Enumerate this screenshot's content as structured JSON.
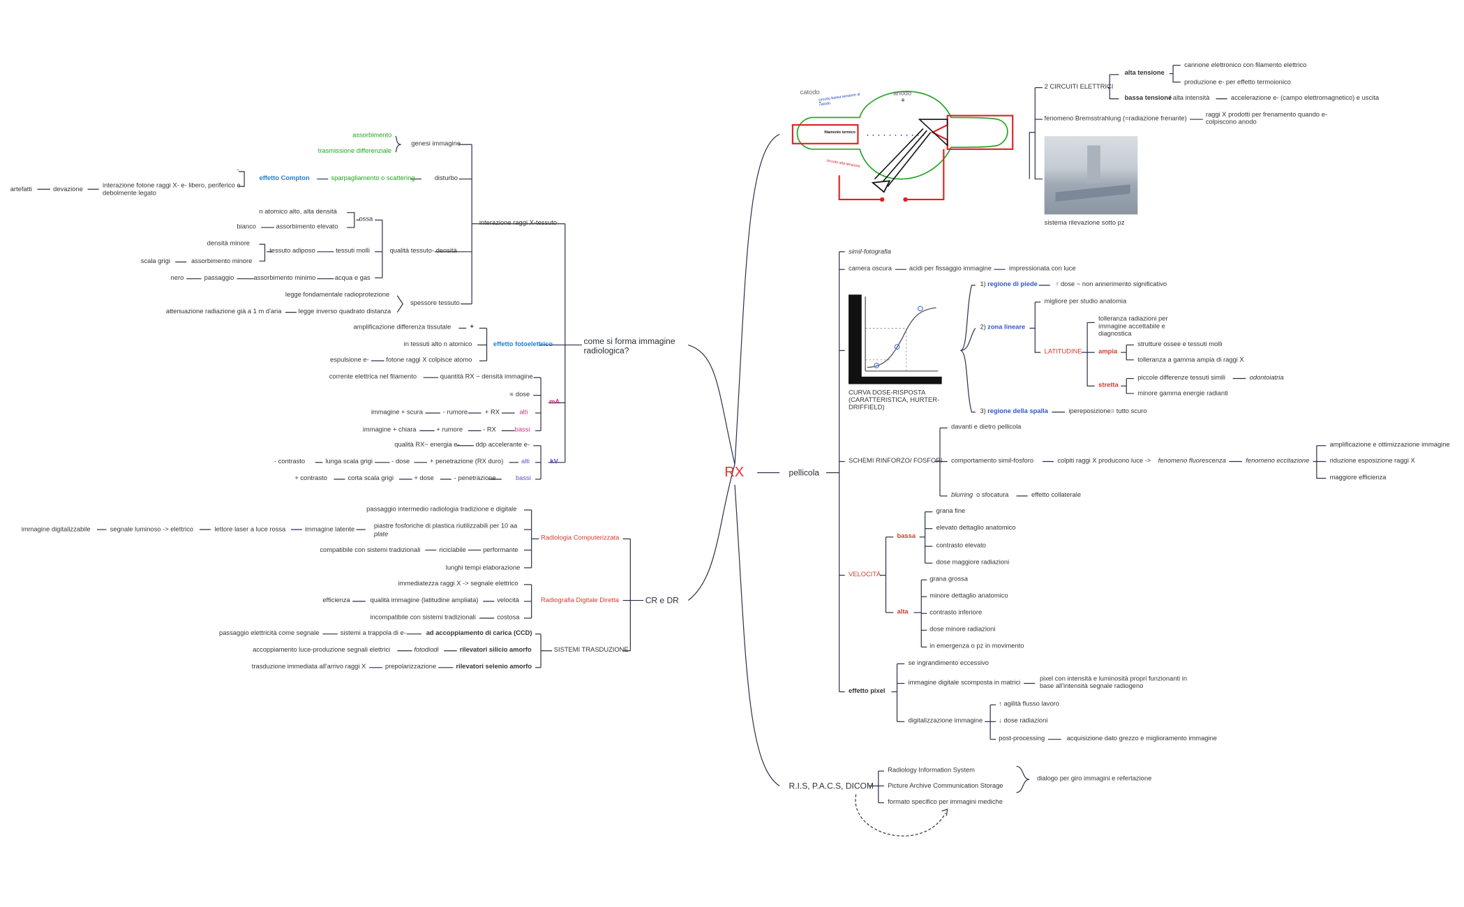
{
  "root": "RX",
  "branches": {
    "immagine": "come si forma immagine radiologica?",
    "crdr": "CR e DR",
    "pellicola": "pellicola",
    "ris": "R.I.S, P.A.C.S, DICOM"
  },
  "interazione": {
    "label": "interazione raggi X-tessuto",
    "genesi": {
      "label": "genesi immagine",
      "assorbimento": "assorbimento",
      "trasmissione": "trasmissione differenziale"
    },
    "disturbo": {
      "label": "disturbo",
      "sparpagliamento": "sparpagliamento o scattering",
      "compton": "effetto Compton",
      "minus": "-",
      "interazione_fotone": "interazione fotone raggi X- e- libero, periferico e debolmente legato",
      "deviazione": "devazione",
      "artefatti": "artefatti"
    },
    "qualita": {
      "label": "qualità tessuto- densità",
      "ossa": "ossa",
      "ossa_a": "n atomico alto, alta densità",
      "ossa_b": "assorbimento elevato",
      "bianco": "bianco",
      "molli": "tessuti molli",
      "adiposo": "tessuto adiposo",
      "densita_minore": "densità minore",
      "ass_minore": "assorbimento minore",
      "scala_grigi": "scala grigi",
      "acqua": "acqua e gas",
      "ass_minimo": "assorbimento minimo",
      "passaggio": "passaggio",
      "nero": "nero"
    },
    "spessore": {
      "label": "spessore tessuto",
      "legge": "legge fondamentale radioprotezione",
      "inverso": "legge inverso quadrato distanza",
      "attenuazione": "attenuazione radiazione già a 1 m d'aria"
    }
  },
  "fotoelettrico": {
    "label": "effetto fotoelettrico",
    "plus": "+",
    "amplificazione": "amplificazione differenza tissutale",
    "alto_n": "in tessuti alto n atomico",
    "fotone": "fotone raggi X colpisce atomo",
    "espulsione": "espulsione e-"
  },
  "ma": {
    "label": "mA",
    "quantita": "quantità RX ~ densità immagine",
    "corrente": "corrente elettrica nel filamento",
    "dose": "∝ dose",
    "alti": "alti",
    "piu_rx": "+ RX",
    "meno_rumore": "- rumore",
    "imm_scura": "immagine + scura",
    "bassi": "bassi",
    "meno_rx": "- RX",
    "piu_rumore": "+ rumore",
    "imm_chiara": "immagine + chiara"
  },
  "kv": {
    "label": "kV",
    "ddp": "ddp accelerante e-",
    "qualita": "qualità RX~ energia e-",
    "alti": "alti",
    "penetrazione_piu": "+ penetrazione (RX duro)",
    "meno_dose": "- dose",
    "lunga": "lunga scala grigi",
    "meno_contrasto": "- contrasto",
    "bassi": "bassi",
    "penetrazione_meno": "- penetrazione",
    "piu_dose": "+ dose",
    "corta": "corta scala grigi",
    "piu_contrasto": "+ contrasto"
  },
  "cr": {
    "label": "Radiologia Computerizzata",
    "passaggio": "passaggio intermedio radiologia tradizione e digitale",
    "piastre": "piastre fosforiche di plastica riutilizzabili per 10 aa",
    "plate": "plate",
    "latente": "immagine latente",
    "laser": "lettore laser a luce rossa",
    "segnale": "segnale luminoso -> elettrico",
    "digitalizzabile": "immagine digitalizzabile",
    "riciclabile": "riciclabile",
    "compatibile": "compatibile con sistemi tradizionali",
    "performante": "performante",
    "lunghi": "lunghi tempi elaborazione"
  },
  "dr": {
    "label": "Radiografia Digitale Diretta",
    "immediatezza": "immediatezza raggi X -> segnale elettrico",
    "velocita": "velocità",
    "qualita": "qualità immagine (latitudine ampliata)",
    "efficienza": "efficienza",
    "costosa": "costosa",
    "incompatibile": "incompatibile con sistemi tradizionali"
  },
  "sistemi": {
    "label": "SISTEMI TRASDUZIONE",
    "ccd": "ad accoppiamento di carica (CCD)",
    "trappola": "sistemi a trappola di e-",
    "passaggio": "passaggio elettricità come segnale",
    "silicio": "rilevatori silicio amorfo",
    "fotodiodi": "fotodiodi",
    "accoppiamento": "accoppiamento luce-produzione segnali elettrici",
    "selenio": "rilevatori selenio amorfo",
    "prepolarizzazione": "prepolarizzazione",
    "trasduzione": "trasduzione immediata all'arrivo raggi X"
  },
  "tube": {
    "catodo": "catodo",
    "anodo": "anodo",
    "plus": "+",
    "minus": "-",
    "circuito_bt": "circuito bassa tensione al catodo",
    "filamento": "filamento \ntermico",
    "circuito_at": "circuito alta tensione"
  },
  "circuiti": {
    "label": "2 CIRCUITI ELETTRICI",
    "alta": "alta tensione",
    "cannone": "cannone elettronico con filamento elettrico",
    "produzione": "produzione e- per effetto termoionico",
    "bassa": "bassa tensione",
    "bassa_tail": "/ alta intensità",
    "accelerazione": "accelerazione e- (campo elettromagnetico) e uscita",
    "brems": "fenomeno Bremsstrahlung (=radiazione frenante)",
    "prodotti": "raggi X prodotti per frenamento quando e- colpiscono anodo",
    "foto": "sistema rilevazione sotto pz"
  },
  "pel": {
    "simil": "simil-fotografia",
    "camera": "camera oscura",
    "acidi": "acidi per fissaggio immagine",
    "impressionata": "impressionata con luce",
    "curva": "CURVA DOSE-RISPOSTA (CARATTERISTICA, HURTER-DRIFFIELD)",
    "piede": "regione di piede",
    "piede_n": "1)",
    "piede_desc": "↑ dose ~ non annerimento significativo",
    "lineare": "zona lineare",
    "lineare_n": "2)",
    "migliore": "migliore per studio anatomia",
    "latitudine": "LATITUDINE",
    "ampia": "ampia",
    "tolleranza": "tolleranza radiazioni per immagine accettabile e diagnostica",
    "strutture": "strutture ossee e tessuti molli",
    "tol_gamma": "tolleranza a gamma ampia di raggi X",
    "stretta": "stretta",
    "piccole": "piccole differenze tessuti simili",
    "odonto": "odontoiatria",
    "minore_gamma": "minore gamma energie radianti",
    "spalla": "regione della spalla",
    "spalla_n": "3)",
    "spalla_desc": "ipereposizione= tutto scuro",
    "schemi": "SCHEMI RINFORZO/ FOSFORI",
    "davanti": "davanti e dietro pellicola",
    "comportamento": "comportamento simil-fosforo",
    "colpiti": "colpiti raggi X producono luce ->",
    "fluorescenza": "fenomeno fluorescenza",
    "eccitazione": "fenomeno eccitazione",
    "amplificazione": "amplificazione e ottimizzazione immagine",
    "riduzione": "riduzione esposizione raggi X",
    "efficienza": "maggiore efficienza",
    "blurring": "blurring",
    "sfocatura": "o sfocatura",
    "collaterale": "effetto collaterale",
    "velocita": "VELOCITÀ",
    "bassa": "bassa",
    "b1": "grana fine",
    "b2": "elevato dettaglio anatomico",
    "b3": "contrasto elevato",
    "b4": "dose maggiore radiazioni",
    "alta": "alta",
    "a1": "grana grossa",
    "a2": "minore dettaglio anatomico",
    "a3": "contrasto inferiore",
    "a4": "dose minore radiazioni",
    "a5": "in emergenza o pz in movimento",
    "pixel": "effetto pixel",
    "ingrandimento": "se ingrandimento eccessivo",
    "scomposta": "immagine digitale scomposta in matrici",
    "pixel_desc": "pixel con intensità e luminosità propri funzionanti in base all'intensità segnale radiogeno",
    "digitalizzazione": "digitalizzazione immagine",
    "agilita": "↑ agilità flusso lavoro",
    "dose": "↓ dose radiazioni",
    "post": "post-processing",
    "acquisizione": "acquisizione dato grezzo e miglioramento immagine"
  },
  "ris": {
    "r1": "Radiology Information System",
    "r2": "Picture Archive Communication Storage",
    "r3": "formato specifico per immagini mediche",
    "dialogo": "dialogo per giro immagini e refertazione"
  },
  "colors": {
    "line": "#2b2f4a",
    "root": "#e03131",
    "green": "#22a51e",
    "blue": "#1c7fd6",
    "red": "#d23b2e",
    "pink": "#d0317e",
    "purple": "#6a4cc7"
  }
}
